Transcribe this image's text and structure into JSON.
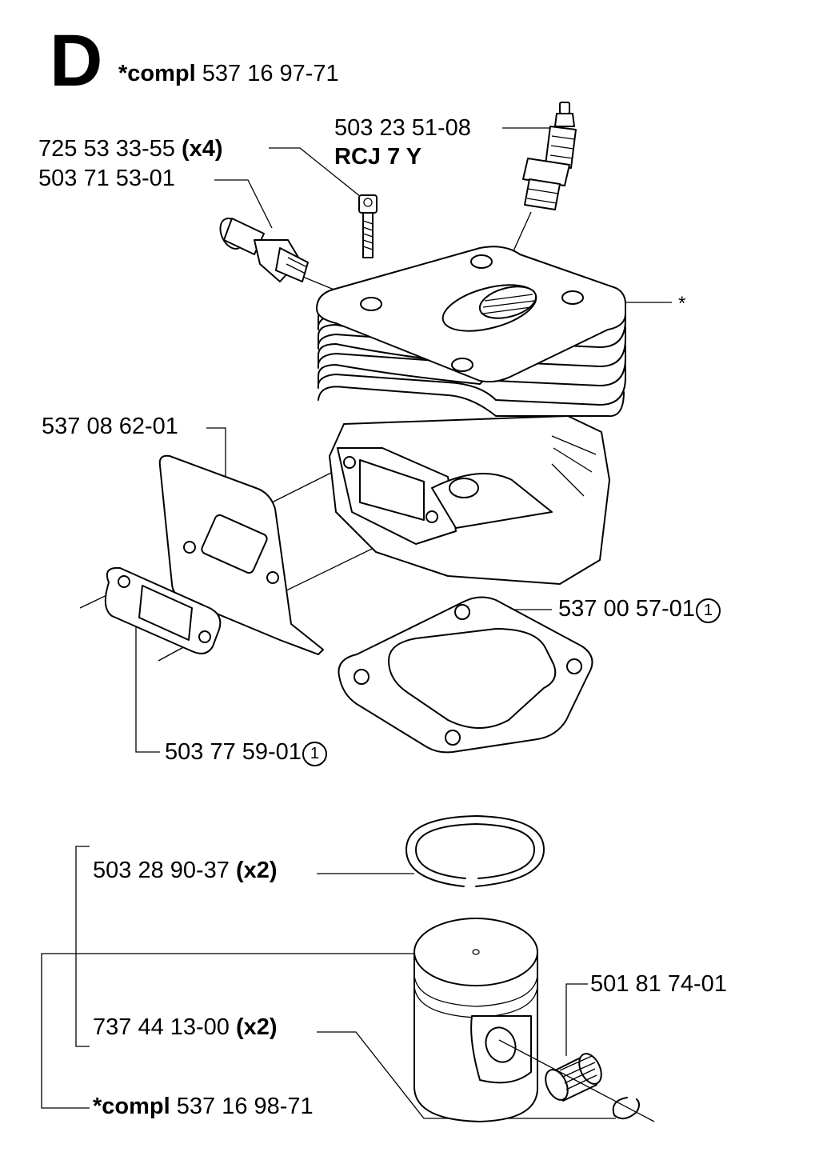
{
  "section": "D",
  "title": {
    "prefix": "*compl",
    "number": "537 16 97-71"
  },
  "parts": {
    "screw": {
      "number": "725 53 33-55",
      "qty": "(x4)"
    },
    "decomp_valve": {
      "number": "503 71 53-01"
    },
    "spark_plug": {
      "number": "503 23 51-08",
      "type": "RCJ 7 Y"
    },
    "cylinder": {
      "marker": "*"
    },
    "heat_shield": {
      "number": "537 08 62-01"
    },
    "cylinder_gasket": {
      "number": "537 00 57-01",
      "note": "1"
    },
    "exhaust_gasket": {
      "number": "503 77 59-01",
      "note": "1"
    },
    "piston_ring": {
      "number": "503 28 90-37",
      "qty": "(x2)"
    },
    "needle_bearing": {
      "number": "501 81 74-01"
    },
    "circlip": {
      "number": "737 44 13-00",
      "qty": "(x2)"
    },
    "piston_kit": {
      "prefix": "*compl",
      "number": "537 16 98-71"
    }
  }
}
